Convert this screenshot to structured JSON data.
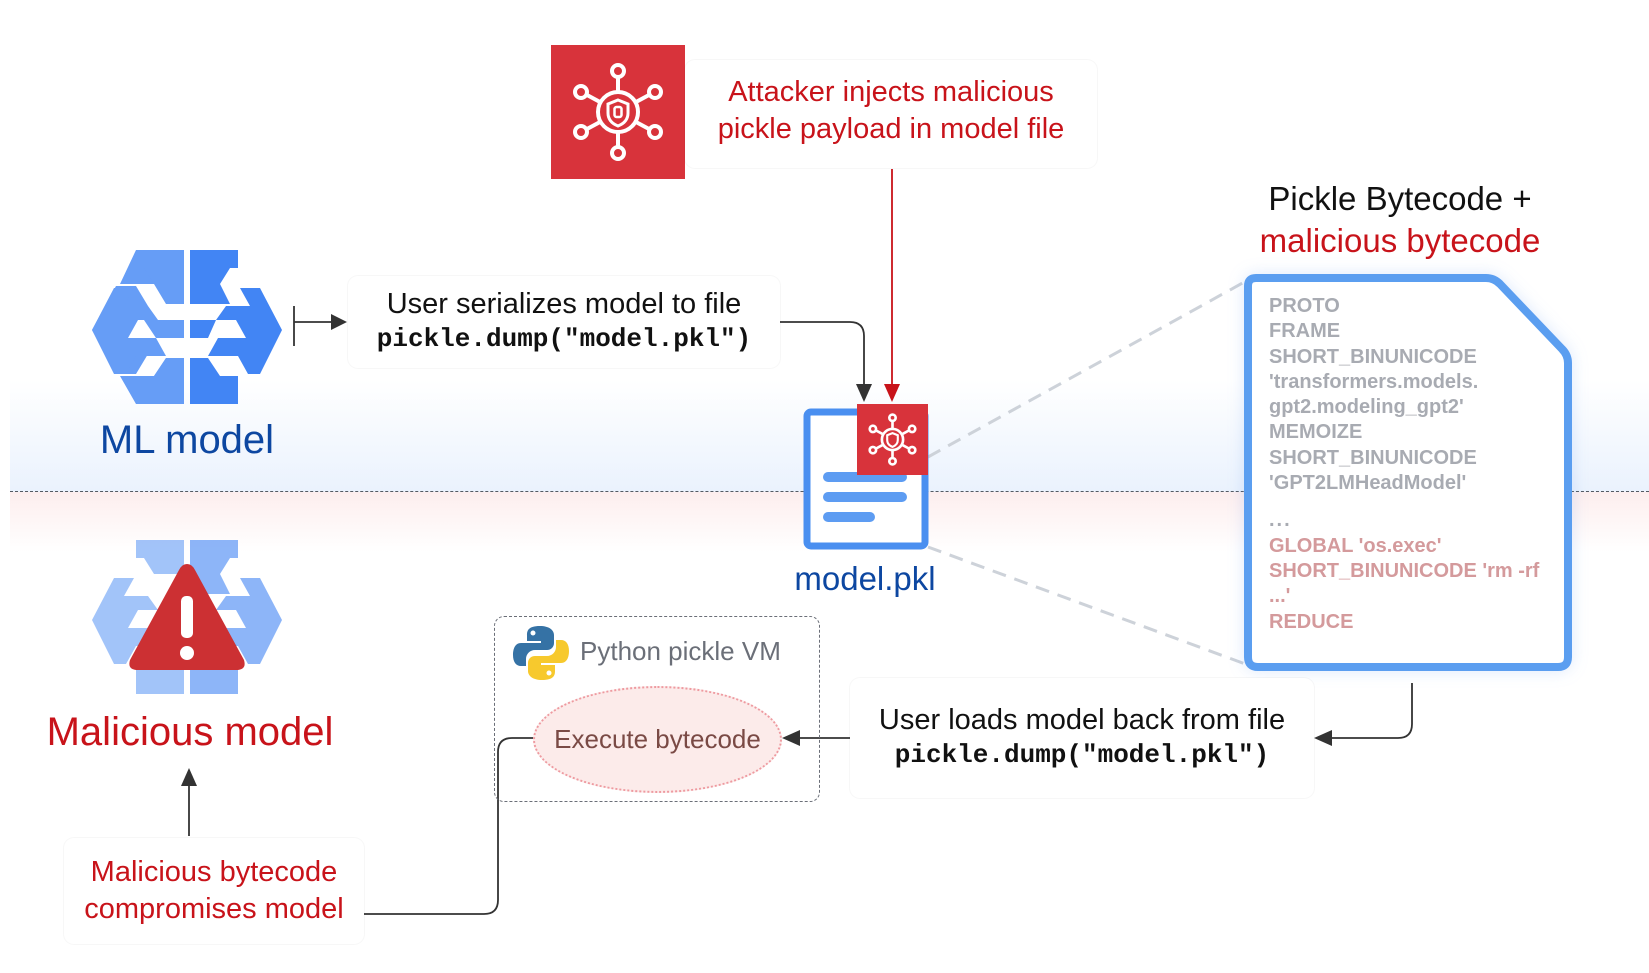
{
  "colors": {
    "attacker_red": "#d8333b",
    "text_red": "#c8131a",
    "text_blue": "#0d47a1",
    "brain_blue_light": "#669df6",
    "brain_blue_dark": "#4285f4",
    "file_blue": "#1a73e8",
    "bytecode_gray": "#a8abb2",
    "bytecode_malicious": "#d49a9c"
  },
  "attacker": {
    "icon": "virus-shield-network-icon",
    "label_line1": "Attacker injects malicious",
    "label_line2": "pickle payload in model file"
  },
  "ml_model": {
    "icon": "brain-icon",
    "label": "ML model"
  },
  "serialize_step": {
    "label": "User serializes model to file",
    "code": "pickle.dump(\"model.pkl\")"
  },
  "model_file": {
    "icon": "document-icon",
    "badge_icon": "virus-shield-network-icon",
    "label": "model.pkl"
  },
  "bytecode_panel": {
    "title_line1": "Pickle Bytecode +",
    "title_line2": "malicious bytecode",
    "normal_lines": [
      "PROTO",
      "FRAME",
      "SHORT_BINUNICODE",
      "'transformers.models.",
      "gpt2.modeling_gpt2'",
      "MEMOIZE",
      "SHORT_BINUNICODE",
      "'GPT2LMHeadModel'"
    ],
    "ellipsis": "...",
    "malicious_lines": [
      "GLOBAL 'os.exec'",
      "SHORT_BINUNICODE 'rm -rf",
      "...'",
      "REDUCE"
    ]
  },
  "load_step": {
    "label": "User loads model back from file",
    "code": "pickle.dump(\"model.pkl\")"
  },
  "vm": {
    "icon": "python-logo-icon",
    "label": "Python pickle VM",
    "execute_label": "Execute bytecode"
  },
  "malicious_model": {
    "icon": "warning-triangle-icon",
    "label": "Malicious model"
  },
  "compromise_step": {
    "label_line1": "Malicious bytecode",
    "label_line2": "compromises model"
  }
}
